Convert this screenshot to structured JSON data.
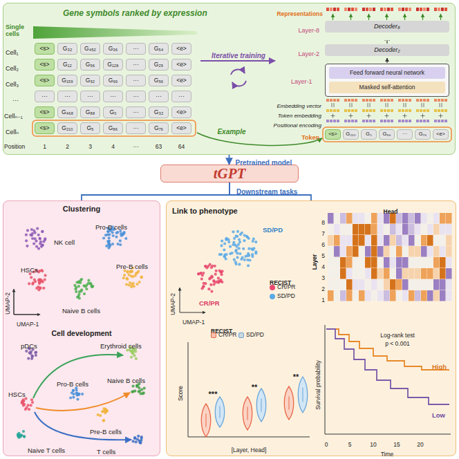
{
  "diagram": {
    "nodes": [
      {
        "text": [
          "Gene symbols ranked by expression"
        ]
      },
      {
        "text": [
          "<s>"
        ],
        "in": 0
      },
      {
        "text": [
          "G₃₂"
        ],
        "in": 0
      },
      {
        "text": [
          "G₄₅₂"
        ],
        "in": 0
      },
      {
        "text": [
          "G₃₆"
        ],
        "in": 0
      },
      {
        "text": [
          "···"
        ],
        "in": 0
      },
      {
        "text": [
          "G₅₄"
        ],
        "in": 0
      },
      {
        "text": [
          "<e>"
        ],
        "in": 0
      },
      {
        "text": [
          "<s>"
        ],
        "in": 0
      },
      {
        "text": [
          "G₁₂"
        ],
        "in": 0
      },
      {
        "text": [
          "G₅₆"
        ],
        "in": 0
      },
      {
        "text": [
          "G₁₂₈"
        ],
        "in": 0
      },
      {
        "text": [
          "···"
        ],
        "in": 0
      },
      {
        "text": [
          "G₂₅"
        ],
        "in": 0
      },
      {
        "text": [
          "<e>"
        ],
        "in": 0
      },
      {
        "text": [
          "<s>"
        ],
        "in": 0
      },
      {
        "text": [
          "G₁₅₉"
        ],
        "in": 0
      },
      {
        "text": [
          "G₉₂"
        ],
        "in": 0
      },
      {
        "text": [
          "G₆₉"
        ],
        "in": 0
      },
      {
        "text": [
          "···"
        ],
        "in": 0
      },
      {
        "text": [
          "G₅₆"
        ],
        "in": 0
      },
      {
        "text": [
          "<e>"
        ],
        "in": 0
      },
      {
        "text": [
          "···"
        ],
        "in": 0
      },
      {
        "text": [
          "···"
        ],
        "in": 0
      },
      {
        "text": [
          "···"
        ],
        "in": 0
      },
      {
        "text": [
          "···"
        ],
        "in": 0
      },
      {
        "text": [
          "···"
        ],
        "in": 0
      },
      {
        "text": [
          "···"
        ],
        "in": 0
      },
      {
        "text": [
          "···"
        ],
        "in": 0
      },
      {
        "text": [
          "<s>"
        ],
        "in": 0
      },
      {
        "text": [
          "G₄₆₈"
        ],
        "in": 0
      },
      {
        "text": [
          "G₈₈"
        ],
        "in": 0
      },
      {
        "text": [
          "G₀"
        ],
        "in": 0
      },
      {
        "text": [
          "···"
        ],
        "in": 0
      },
      {
        "text": [
          "G₃₂"
        ],
        "in": 0
      },
      {
        "text": [
          "<e>"
        ],
        "in": 0
      },
      {
        "text": [
          "<s>"
        ],
        "in": 0
      },
      {
        "text": [
          "G₂₁₀"
        ],
        "in": 0
      },
      {
        "text": [
          "G₅"
        ],
        "in": 0
      },
      {
        "text": [
          "G₈₆"
        ],
        "in": 0
      },
      {
        "text": [
          "···"
        ],
        "in": 0
      },
      {
        "text": [
          "G₇₆"
        ],
        "in": 0
      },
      {
        "text": [
          "<e>"
        ],
        "in": 0
      },
      {
        "text": [
          "Decoder₈"
        ],
        "in": 0
      },
      {
        "text": [
          "Decoder₂"
        ],
        "in": 0
      },
      {
        "text": [
          "Layer-1"
        ],
        "in": 0
      },
      {
        "text": [
          "Feed forward neural network"
        ],
        "in": 45
      },
      {
        "text": [
          "Masked self-attention"
        ],
        "in": 45
      },
      {
        "text": [
          "<s>"
        ],
        "in": 0
      },
      {
        "text": [
          "G₂₁₀"
        ],
        "in": 0
      },
      {
        "text": [
          "G₅"
        ],
        "in": 0
      },
      {
        "text": [
          "G₈₆"
        ],
        "in": 0
      },
      {
        "text": [
          "···"
        ],
        "in": 0
      },
      {
        "text": [
          "G₇₆"
        ],
        "in": 0
      },
      {
        "text": [
          "<e>"
        ],
        "in": 0
      },
      {
        "text": [
          "tGPT"
        ]
      },
      {
        "text": [
          "Clustering"
        ]
      },
      {
        "text": [
          "Link to phenotype"
        ]
      }
    ],
    "edges": [
      {
        "from": 0,
        "to": 55,
        "arrow": "to",
        "label": "Pretrained model"
      },
      {
        "from": 55,
        "to": 56,
        "arrow": "none"
      },
      {
        "from": 55,
        "to": 57,
        "arrow": "none"
      }
    ],
    "labels": [
      "Single cells",
      "Cell₁",
      "Cell₂",
      "Cell₃",
      "···",
      "Cellₙ₋₁",
      "Cellₙ",
      "Position",
      "1",
      "2",
      "3",
      "4",
      "···",
      "63",
      "64",
      "Iterative training",
      "Example",
      "Representations",
      "Layer-8",
      "···",
      "Layer-2",
      "Embedding vector",
      "Token embedding",
      "Positional encoding",
      "Token",
      "Downstream tasks",
      "Pro-B cells",
      "NK cell",
      "Pre-B cells",
      "HSCs",
      "Naive B cells",
      "UMAP-2",
      "UMAP-1",
      "Cell development",
      "pDCs",
      "Erythroid cells",
      "Naive B cells",
      "Pro-B cells",
      "Pre-B cells",
      "HSCs",
      "Naive T cells",
      "T cells",
      "SD/PD",
      "CR/PR",
      "RECIST",
      "UMAP-2",
      "UMAP-1",
      "Head",
      "Layer",
      "8",
      "7",
      "6",
      "5",
      "4",
      "3",
      "2",
      "1",
      "Score",
      "[Layer, Head]",
      "***",
      "**",
      "**",
      "RECIST",
      "Log-rank test",
      "p < 0.001",
      "High",
      "Low",
      "Survival probability",
      "Time",
      "0",
      "5",
      "10",
      "15",
      "20"
    ],
    "legend": [
      {
        "text": "CR/PR",
        "color": "#e84a6f"
      },
      {
        "text": "SD/PD",
        "color": "#5aa9e6"
      },
      {
        "text": "CR/PR",
        "color": "#e8684a"
      },
      {
        "text": "SD/PD",
        "color": "#6aa6d8"
      }
    ]
  }
}
